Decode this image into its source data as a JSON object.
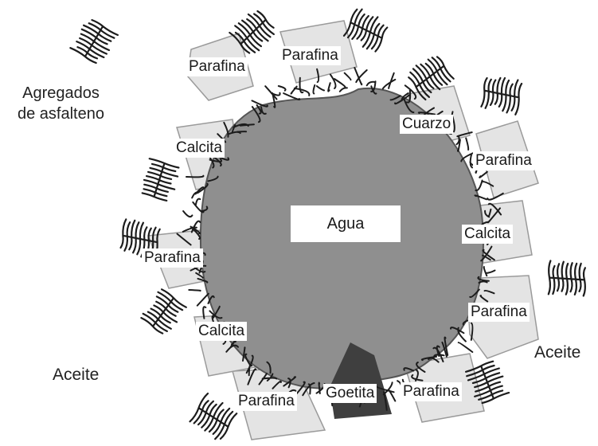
{
  "labels": {
    "agua": "Agua",
    "aceite_left": "Aceite",
    "aceite_right": "Aceite",
    "agregados_line1": "Agregados",
    "agregados_line2": "de asfalteno",
    "parafina_top_left": "Parafina",
    "parafina_top_center": "Parafina",
    "cuarzo": "Cuarzo",
    "parafina_right_upper": "Parafina",
    "calcita_right": "Calcita",
    "parafina_right_lower": "Parafina",
    "parafina_bottom_right": "Parafina",
    "goetita": "Goetita",
    "parafina_bottom_left": "Parafina",
    "calcita_left_lower": "Calcita",
    "parafina_left": "Parafina",
    "calcita_left_upper": "Calcita"
  },
  "colors": {
    "water_drop": "#8f8f8f",
    "goethite_particle": "#3f3f3f",
    "mineral_particle": "#e4e4e4",
    "asphaltene_strand": "#1c1c1c"
  }
}
